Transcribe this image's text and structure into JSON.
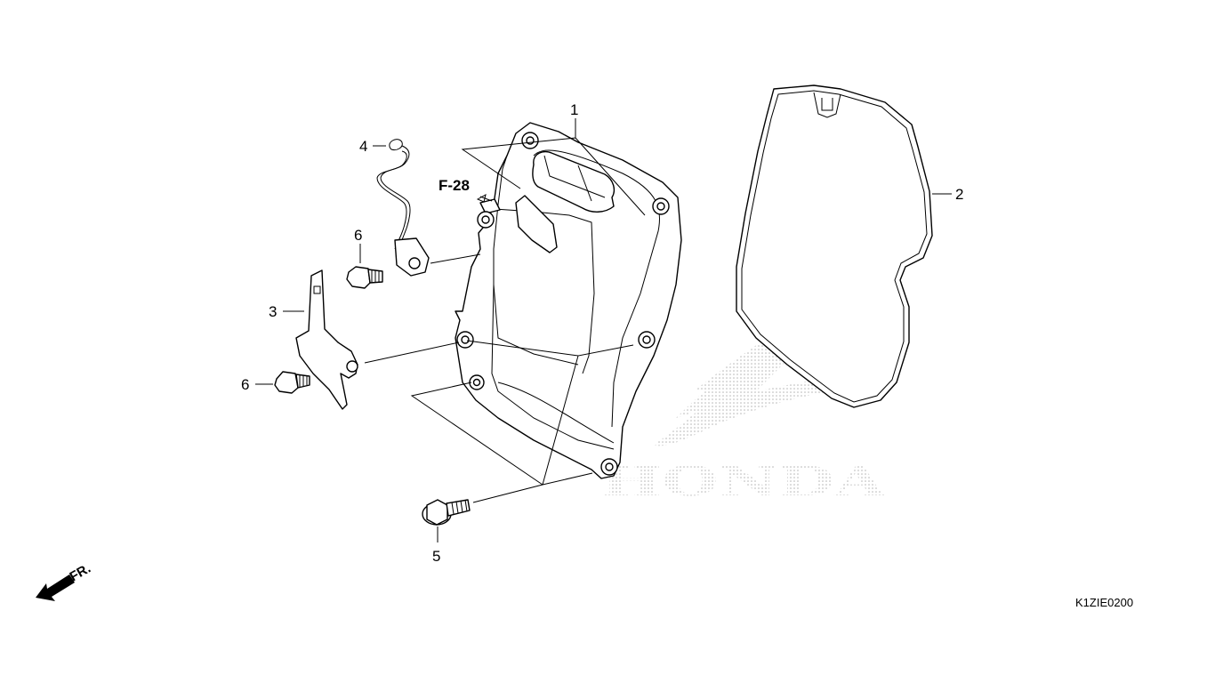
{
  "watermark": {
    "text": "HONDA"
  },
  "reference": {
    "label": "F-28"
  },
  "direction": {
    "label": "FR."
  },
  "diagram_code": "K1ZIE0200",
  "callouts": [
    {
      "id": "1",
      "label": "1"
    },
    {
      "id": "2",
      "label": "2"
    },
    {
      "id": "3",
      "label": "3"
    },
    {
      "id": "4",
      "label": "4"
    },
    {
      "id": "5",
      "label": "5"
    },
    {
      "id": "6a",
      "label": "6"
    },
    {
      "id": "6b",
      "label": "6"
    }
  ],
  "colors": {
    "line": "#000000",
    "background": "#ffffff",
    "watermark": "#bdbdbd"
  }
}
